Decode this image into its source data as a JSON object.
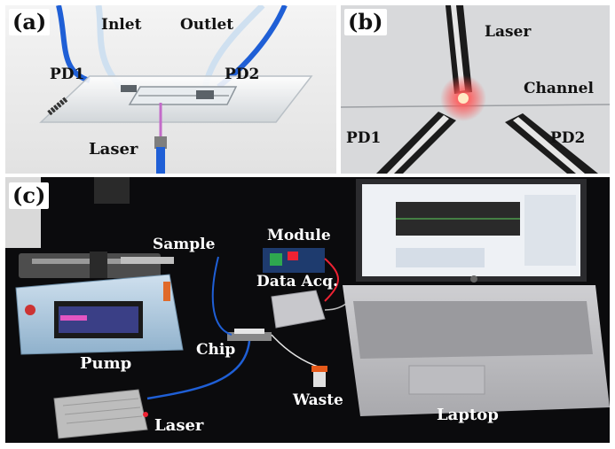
{
  "panel_a": {
    "letter": "(a)",
    "labels": {
      "inlet": "Inlet",
      "outlet": "Outlet",
      "pd1": "PD1",
      "pd2": "PD2",
      "laser": "Laser"
    }
  },
  "panel_b": {
    "letter": "(b)",
    "labels": {
      "laser": "Laser",
      "channel": "Channel",
      "pd1": "PD1",
      "pd2": "PD2"
    }
  },
  "panel_c": {
    "letter": "(c)",
    "labels": {
      "sample": "Sample",
      "module": "Module",
      "data_acq": "Data Acq.",
      "pump": "Pump",
      "chip": "Chip",
      "waste": "Waste",
      "laser": "Laser",
      "laptop": "Laptop"
    }
  },
  "colors": {
    "label_text": "#111111",
    "dark_label_text": "#ffffff",
    "tubing_blue": "#1f5fd6",
    "laser_red": "#ff3a3a",
    "background_dark": "#0b0b0d"
  }
}
